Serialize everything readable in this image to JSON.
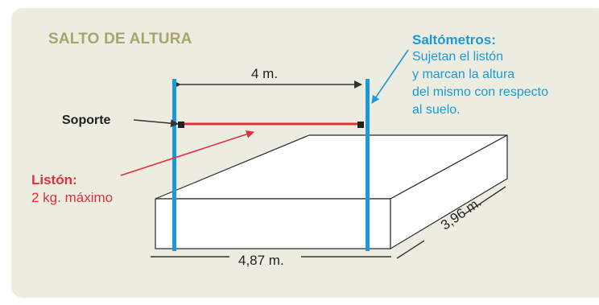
{
  "title": "SALTO DE ALTURA",
  "dimensions": {
    "bar_width": "4 m.",
    "mat_length": "4,87 m.",
    "mat_depth": "3,96 m."
  },
  "labels": {
    "soporte": "Soporte",
    "liston_title": "Listón:",
    "liston_desc": "2 kg. máximo",
    "saltometros_title": "Saltómetros:",
    "saltometros_desc": [
      "Sujetan el listón",
      "y marcan la altura",
      "del mismo con respecto",
      "al suelo."
    ]
  },
  "colors": {
    "panel": "#edece0",
    "title": "#a8a46a",
    "posts": "#1a9ad8",
    "bar": "#e0303b",
    "mat_outline": "#222222"
  }
}
